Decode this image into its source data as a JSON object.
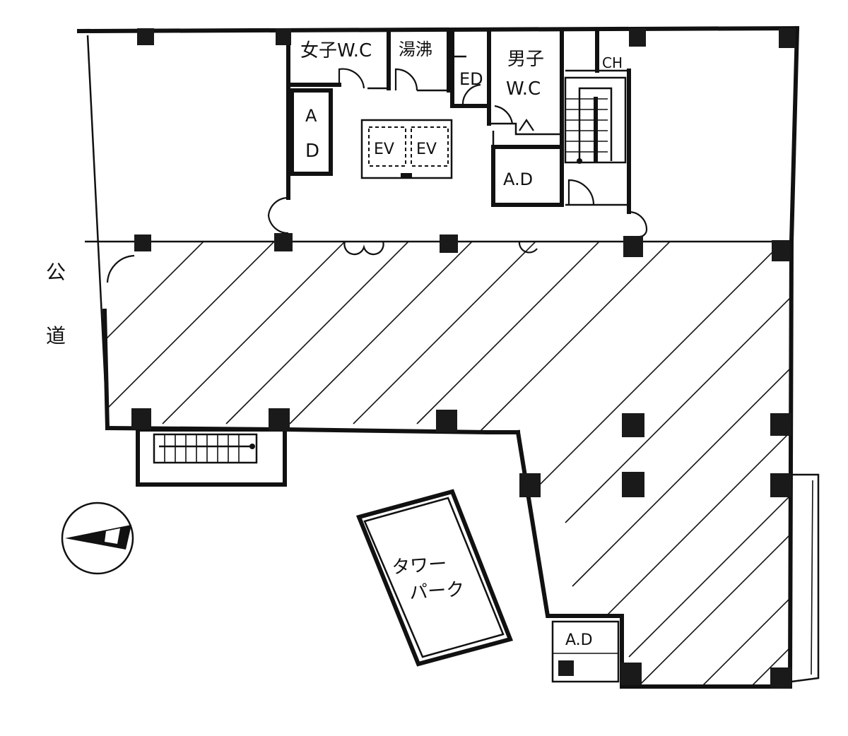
{
  "labels": {
    "womens_wc": "女子W.C",
    "kitchenette": "湯沸",
    "ed": "ED",
    "mens_wc_line1": "男子",
    "mens_wc_line2": "W.C",
    "ch": "CH",
    "ad_left_line1": "A",
    "ad_left_line2": "D",
    "ev_left": "EV",
    "ev_right": "EV",
    "ad_right": "A.D",
    "ad_bottom": "A.D",
    "public_road_line1": "公",
    "public_road_line2": "道",
    "tower_park_line1": "タワー",
    "tower_park_line2": "パーク"
  },
  "icons": {
    "north_arrow": "north-arrow-icon",
    "staircase": "staircase-icon",
    "column": "structural-column-icon"
  },
  "colors": {
    "line": "#111111",
    "background": "#ffffff"
  }
}
